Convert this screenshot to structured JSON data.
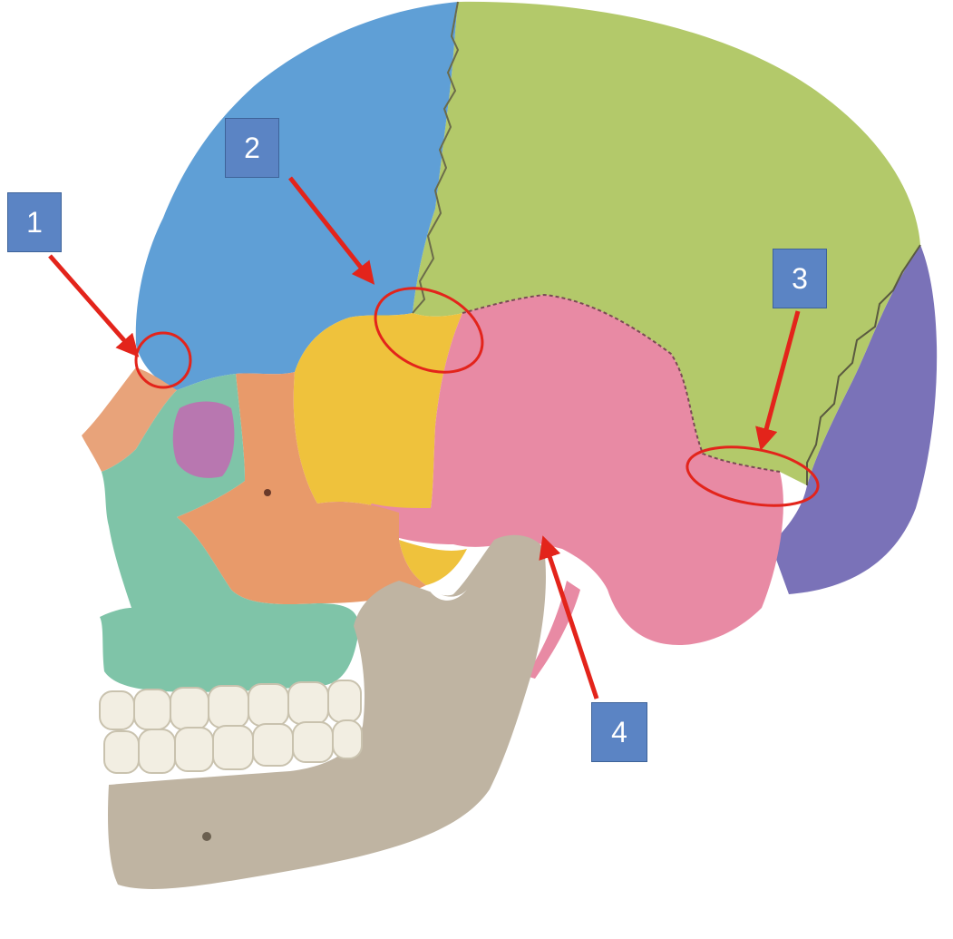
{
  "labels": [
    {
      "id": "1",
      "text": "1"
    },
    {
      "id": "2",
      "text": "2"
    },
    {
      "id": "3",
      "text": "3"
    },
    {
      "id": "4",
      "text": "4"
    }
  ],
  "colors": {
    "frontal": "#5f9fd6",
    "parietal": "#b3c96a",
    "occipital": "#7a72b8",
    "temporal": "#e88aa4",
    "sphenoid": "#efc23c",
    "zygomatic": "#e89a6a",
    "nasal": "#e8a37a",
    "maxilla": "#7fc4a8",
    "lacrimal": "#b877b0",
    "mandible": "#bfb4a2",
    "teeth": "#f2eee2",
    "label_box": "#5b84c4",
    "annotation": "#e3241b"
  }
}
